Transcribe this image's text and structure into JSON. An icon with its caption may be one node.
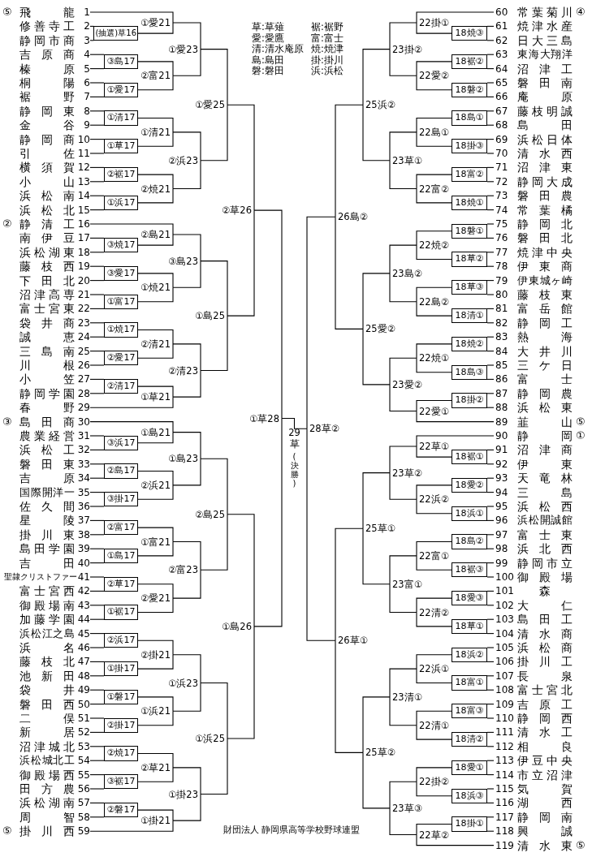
{
  "diagram": {
    "nodes": [
      {
        "text": [
          "飛龍"
        ],
        "beside": [
          "1",
          "⑤"
        ]
      },
      {
        "text": [
          "修善寺工"
        ],
        "beside": [
          "2"
        ]
      },
      {
        "text": [
          "静岡市商"
        ],
        "beside": [
          "3"
        ]
      },
      {
        "text": [
          "吉原商"
        ],
        "beside": [
          "4"
        ]
      },
      {
        "text": [
          "榛原"
        ],
        "beside": [
          "5"
        ]
      },
      {
        "text": [
          "桐陽"
        ],
        "beside": [
          "6"
        ]
      },
      {
        "text": [
          "裾野"
        ],
        "beside": [
          "7"
        ]
      },
      {
        "text": [
          "静岡東"
        ],
        "beside": [
          "8"
        ]
      },
      {
        "text": [
          "金谷"
        ],
        "beside": [
          "9"
        ]
      },
      {
        "text": [
          "静岡商"
        ],
        "beside": [
          "10"
        ]
      },
      {
        "text": [
          "引佐"
        ],
        "beside": [
          "11"
        ]
      },
      {
        "text": [
          "横須賀"
        ],
        "beside": [
          "12"
        ]
      },
      {
        "text": [
          "小山"
        ],
        "beside": [
          "13"
        ]
      },
      {
        "text": [
          "浜松南"
        ],
        "beside": [
          "14"
        ]
      },
      {
        "text": [
          "浜松北"
        ],
        "beside": [
          "15"
        ]
      },
      {
        "text": [
          "静清工"
        ],
        "beside": [
          "16",
          "②"
        ]
      },
      {
        "text": [
          "南伊豆"
        ],
        "beside": [
          "17"
        ]
      },
      {
        "text": [
          "浜松湖東"
        ],
        "beside": [
          "18"
        ]
      },
      {
        "text": [
          "藤枝西"
        ],
        "beside": [
          "19"
        ]
      },
      {
        "text": [
          "下田北"
        ],
        "beside": [
          "20"
        ]
      },
      {
        "text": [
          "沼津高専"
        ],
        "beside": [
          "21"
        ]
      },
      {
        "text": [
          "富士宮東"
        ],
        "beside": [
          "22"
        ]
      },
      {
        "text": [
          "袋井商"
        ],
        "beside": [
          "23"
        ]
      },
      {
        "text": [
          "誠恵"
        ],
        "beside": [
          "24"
        ]
      },
      {
        "text": [
          "三島南"
        ],
        "beside": [
          "25"
        ]
      },
      {
        "text": [
          "川根"
        ],
        "beside": [
          "26"
        ]
      },
      {
        "text": [
          "小笠"
        ],
        "beside": [
          "27"
        ]
      },
      {
        "text": [
          "静岡学園"
        ],
        "beside": [
          "28"
        ]
      },
      {
        "text": [
          "春野"
        ],
        "beside": [
          "29"
        ]
      },
      {
        "text": [
          "島田商"
        ],
        "beside": [
          "30",
          "③"
        ]
      },
      {
        "text": [
          "農業経営"
        ],
        "beside": [
          "31"
        ]
      },
      {
        "text": [
          "浜松工"
        ],
        "beside": [
          "32"
        ]
      },
      {
        "text": [
          "磐田東"
        ],
        "beside": [
          "33"
        ]
      },
      {
        "text": [
          "吉原"
        ],
        "beside": [
          "34"
        ]
      },
      {
        "text": [
          "国際開洋一"
        ],
        "beside": [
          "35"
        ]
      },
      {
        "text": [
          "佐久間"
        ],
        "beside": [
          "36"
        ]
      },
      {
        "text": [
          "星陵"
        ],
        "beside": [
          "37"
        ]
      },
      {
        "text": [
          "掛川東"
        ],
        "beside": [
          "38"
        ]
      },
      {
        "text": [
          "島田学園"
        ],
        "beside": [
          "39"
        ]
      },
      {
        "text": [
          "吉田"
        ],
        "beside": [
          "40"
        ]
      },
      {
        "text": [
          "聖隷クリストファー"
        ],
        "beside": [
          "41"
        ]
      },
      {
        "text": [
          "富士宮西"
        ],
        "beside": [
          "42"
        ]
      },
      {
        "text": [
          "御殿場南"
        ],
        "beside": [
          "43"
        ]
      },
      {
        "text": [
          "加藤学園"
        ],
        "beside": [
          "44"
        ]
      },
      {
        "text": [
          "浜松江之島"
        ],
        "beside": [
          "45"
        ]
      },
      {
        "text": [
          "浜名"
        ],
        "beside": [
          "46"
        ]
      },
      {
        "text": [
          "藤枝北"
        ],
        "beside": [
          "47"
        ]
      },
      {
        "text": [
          "池新田"
        ],
        "beside": [
          "48"
        ]
      },
      {
        "text": [
          "袋井"
        ],
        "beside": [
          "49"
        ]
      },
      {
        "text": [
          "磐田西"
        ],
        "beside": [
          "50"
        ]
      },
      {
        "text": [
          "二俣"
        ],
        "beside": [
          "51"
        ]
      },
      {
        "text": [
          "新居"
        ],
        "beside": [
          "52"
        ]
      },
      {
        "text": [
          "沼津城北"
        ],
        "beside": [
          "53"
        ]
      },
      {
        "text": [
          "浜松城北工"
        ],
        "beside": [
          "54"
        ]
      },
      {
        "text": [
          "御殿場西"
        ],
        "beside": [
          "55"
        ]
      },
      {
        "text": [
          "田方農"
        ],
        "beside": [
          "56"
        ]
      },
      {
        "text": [
          "浜松湖南"
        ],
        "beside": [
          "57"
        ]
      },
      {
        "text": [
          "周智"
        ],
        "beside": [
          "58"
        ]
      },
      {
        "text": [
          "掛川西"
        ],
        "beside": [
          "59",
          "⑤"
        ]
      },
      {
        "text": [
          "常葉菊川"
        ],
        "beside": [
          "60",
          "④"
        ]
      },
      {
        "text": [
          "焼津水産"
        ],
        "beside": [
          "61"
        ]
      },
      {
        "text": [
          "日大三島"
        ],
        "beside": [
          "62"
        ]
      },
      {
        "text": [
          "東海大翔洋"
        ],
        "beside": [
          "63"
        ]
      },
      {
        "text": [
          "沼津工"
        ],
        "beside": [
          "64"
        ]
      },
      {
        "text": [
          "磐田南"
        ],
        "beside": [
          "65"
        ]
      },
      {
        "text": [
          "庵原"
        ],
        "beside": [
          "66"
        ]
      },
      {
        "text": [
          "藤枝明誠"
        ],
        "beside": [
          "67"
        ]
      },
      {
        "text": [
          "島田"
        ],
        "beside": [
          "68"
        ]
      },
      {
        "text": [
          "浜松日体"
        ],
        "beside": [
          "69"
        ]
      },
      {
        "text": [
          "清水西"
        ],
        "beside": [
          "70"
        ]
      },
      {
        "text": [
          "沼津東"
        ],
        "beside": [
          "71"
        ]
      },
      {
        "text": [
          "静岡大成"
        ],
        "beside": [
          "72"
        ]
      },
      {
        "text": [
          "磐田農"
        ],
        "beside": [
          "73"
        ]
      },
      {
        "text": [
          "常葉橘"
        ],
        "beside": [
          "74"
        ]
      },
      {
        "text": [
          "静岡北"
        ],
        "beside": [
          "75"
        ]
      },
      {
        "text": [
          "磐田北"
        ],
        "beside": [
          "76"
        ]
      },
      {
        "text": [
          "焼津中央"
        ],
        "beside": [
          "77"
        ]
      },
      {
        "text": [
          "伊東商"
        ],
        "beside": [
          "78"
        ]
      },
      {
        "text": [
          "伊東城ヶ崎"
        ],
        "beside": [
          "79"
        ]
      },
      {
        "text": [
          "藤枝東"
        ],
        "beside": [
          "80"
        ]
      },
      {
        "text": [
          "富岳館"
        ],
        "beside": [
          "81"
        ]
      },
      {
        "text": [
          "静岡工"
        ],
        "beside": [
          "82"
        ]
      },
      {
        "text": [
          "熱海"
        ],
        "beside": [
          "83"
        ]
      },
      {
        "text": [
          "大井川"
        ],
        "beside": [
          "84"
        ]
      },
      {
        "text": [
          "三ケ日"
        ],
        "beside": [
          "85"
        ]
      },
      {
        "text": [
          "富士"
        ],
        "beside": [
          "86"
        ]
      },
      {
        "text": [
          "静岡農"
        ],
        "beside": [
          "87"
        ]
      },
      {
        "text": [
          "浜松東"
        ],
        "beside": [
          "88"
        ]
      },
      {
        "text": [
          "韮山"
        ],
        "beside": [
          "89",
          "⑤"
        ]
      },
      {
        "text": [
          "静岡"
        ],
        "beside": [
          "90",
          "①"
        ]
      },
      {
        "text": [
          "沼津商"
        ],
        "beside": [
          "91"
        ]
      },
      {
        "text": [
          "伊東"
        ],
        "beside": [
          "92"
        ]
      },
      {
        "text": [
          "天竜林"
        ],
        "beside": [
          "93"
        ]
      },
      {
        "text": [
          "三島"
        ],
        "beside": [
          "94"
        ]
      },
      {
        "text": [
          "浜松西"
        ],
        "beside": [
          "95"
        ]
      },
      {
        "text": [
          "浜松開誠館"
        ],
        "beside": [
          "96"
        ]
      },
      {
        "text": [
          "富士東"
        ],
        "beside": [
          "97"
        ]
      },
      {
        "text": [
          "浜北西"
        ],
        "beside": [
          "98"
        ]
      },
      {
        "text": [
          "静岡市立"
        ],
        "beside": [
          "99"
        ]
      },
      {
        "text": [
          "御殿場"
        ],
        "beside": [
          "100"
        ]
      },
      {
        "text": [
          "森"
        ],
        "beside": [
          "101"
        ]
      },
      {
        "text": [
          "大仁"
        ],
        "beside": [
          "102"
        ]
      },
      {
        "text": [
          "島田工"
        ],
        "beside": [
          "103"
        ]
      },
      {
        "text": [
          "清水商"
        ],
        "beside": [
          "104"
        ]
      },
      {
        "text": [
          "浜松商"
        ],
        "beside": [
          "105"
        ]
      },
      {
        "text": [
          "掛川工"
        ],
        "beside": [
          "106"
        ]
      },
      {
        "text": [
          "長泉"
        ],
        "beside": [
          "107"
        ]
      },
      {
        "text": [
          "富士宮北"
        ],
        "beside": [
          "108"
        ]
      },
      {
        "text": [
          "吉原工"
        ],
        "beside": [
          "109"
        ]
      },
      {
        "text": [
          "静岡西"
        ],
        "beside": [
          "110"
        ]
      },
      {
        "text": [
          "清水工"
        ],
        "beside": [
          "111"
        ]
      },
      {
        "text": [
          "相良"
        ],
        "beside": [
          "112"
        ]
      },
      {
        "text": [
          "伊豆中央"
        ],
        "beside": [
          "113"
        ]
      },
      {
        "text": [
          "市立沼津"
        ],
        "beside": [
          "114"
        ]
      },
      {
        "text": [
          "気賀"
        ],
        "beside": [
          "115"
        ]
      },
      {
        "text": [
          "湖西"
        ],
        "beside": [
          "116"
        ]
      },
      {
        "text": [
          "静岡南"
        ],
        "beside": [
          "117"
        ]
      },
      {
        "text": [
          "興誠"
        ],
        "beside": [
          "118"
        ]
      },
      {
        "text": [
          "清水東"
        ],
        "beside": [
          "119",
          "⑤"
        ]
      },
      {
        "text": [
          "(抽選)草16"
        ]
      },
      {
        "text": [
          "③島17"
        ]
      },
      {
        "text": [
          "①愛17"
        ]
      },
      {
        "text": [
          "①清17"
        ]
      },
      {
        "text": [
          "①草17"
        ]
      },
      {
        "text": [
          "②裾17"
        ]
      },
      {
        "text": [
          "①浜17"
        ]
      },
      {
        "text": [
          "③焼17"
        ]
      },
      {
        "text": [
          "③愛17"
        ]
      },
      {
        "text": [
          "①富17"
        ]
      },
      {
        "text": [
          "①焼17"
        ]
      },
      {
        "text": [
          "②愛17"
        ]
      },
      {
        "text": [
          "②清17"
        ]
      },
      {
        "text": [
          "③浜17"
        ]
      },
      {
        "text": [
          "②島17"
        ]
      },
      {
        "text": [
          "③掛17"
        ]
      },
      {
        "text": [
          "②富17"
        ]
      },
      {
        "text": [
          "①島17"
        ]
      },
      {
        "text": [
          "②草17"
        ]
      },
      {
        "text": [
          "①裾17"
        ]
      },
      {
        "text": [
          "②浜17"
        ]
      },
      {
        "text": [
          "①掛17"
        ]
      },
      {
        "text": [
          "①磐17"
        ]
      },
      {
        "text": [
          "②掛17"
        ]
      },
      {
        "text": [
          "②焼17"
        ]
      },
      {
        "text": [
          "③裾17"
        ]
      },
      {
        "text": [
          "②磐17"
        ]
      },
      {
        "text": [
          "①愛21"
        ]
      },
      {
        "text": [
          "②富21"
        ]
      },
      {
        "text": [
          "①清21"
        ]
      },
      {
        "text": [
          "②焼21"
        ]
      },
      {
        "text": [
          "②島21"
        ]
      },
      {
        "text": [
          "①焼21"
        ]
      },
      {
        "text": [
          "②清21"
        ]
      },
      {
        "text": [
          "①草21"
        ]
      },
      {
        "text": [
          "①島21"
        ]
      },
      {
        "text": [
          "②浜21"
        ]
      },
      {
        "text": [
          "①富21"
        ]
      },
      {
        "text": [
          "②愛21"
        ]
      },
      {
        "text": [
          "②掛21"
        ]
      },
      {
        "text": [
          "①浜21"
        ]
      },
      {
        "text": [
          "②草21"
        ]
      },
      {
        "text": [
          "①掛21"
        ]
      },
      {
        "text": [
          "①愛23"
        ]
      },
      {
        "text": [
          "②浜23"
        ]
      },
      {
        "text": [
          "③島23"
        ]
      },
      {
        "text": [
          "②清23"
        ]
      },
      {
        "text": [
          "①島23"
        ]
      },
      {
        "text": [
          "②富23"
        ]
      },
      {
        "text": [
          "①浜23"
        ]
      },
      {
        "text": [
          "①掛23"
        ]
      },
      {
        "text": [
          "①愛25"
        ]
      },
      {
        "text": [
          "①島25"
        ]
      },
      {
        "text": [
          "②島25"
        ]
      },
      {
        "text": [
          "①浜25"
        ]
      },
      {
        "text": [
          "②草26"
        ]
      },
      {
        "text": [
          "①島26"
        ]
      },
      {
        "text": [
          "①草28"
        ]
      },
      {
        "text": [
          "29草",
          "(決勝)"
        ]
      },
      {
        "text": [
          "28草②"
        ]
      },
      {
        "text": [
          "26島②"
        ]
      },
      {
        "text": [
          "26草①"
        ]
      },
      {
        "text": [
          "25浜②"
        ]
      },
      {
        "text": [
          "25愛②"
        ]
      },
      {
        "text": [
          "25草①"
        ]
      },
      {
        "text": [
          "25草②"
        ]
      },
      {
        "text": [
          "23掛②"
        ]
      },
      {
        "text": [
          "23草①"
        ]
      },
      {
        "text": [
          "23島②"
        ]
      },
      {
        "text": [
          "23愛②"
        ]
      },
      {
        "text": [
          "23草②"
        ]
      },
      {
        "text": [
          "23富①"
        ]
      },
      {
        "text": [
          "23清①"
        ]
      },
      {
        "text": [
          "23草③"
        ]
      },
      {
        "text": [
          "22掛①"
        ]
      },
      {
        "text": [
          "22愛②"
        ]
      },
      {
        "text": [
          "22島①"
        ]
      },
      {
        "text": [
          "22富②"
        ]
      },
      {
        "text": [
          "22焼②"
        ]
      },
      {
        "text": [
          "22島②"
        ]
      },
      {
        "text": [
          "22焼①"
        ]
      },
      {
        "text": [
          "22愛①"
        ]
      },
      {
        "text": [
          "22草①"
        ]
      },
      {
        "text": [
          "22浜②"
        ]
      },
      {
        "text": [
          "22富①"
        ]
      },
      {
        "text": [
          "22清②"
        ]
      },
      {
        "text": [
          "22浜①"
        ]
      },
      {
        "text": [
          "22清①"
        ]
      },
      {
        "text": [
          "22掛②"
        ]
      },
      {
        "text": [
          "22草②"
        ]
      },
      {
        "text": [
          "18焼③"
        ]
      },
      {
        "text": [
          "18裾②"
        ]
      },
      {
        "text": [
          "18磐②"
        ]
      },
      {
        "text": [
          "18島①"
        ]
      },
      {
        "text": [
          "18掛③"
        ]
      },
      {
        "text": [
          "18富②"
        ]
      },
      {
        "text": [
          "18焼①"
        ]
      },
      {
        "text": [
          "18磐①"
        ]
      },
      {
        "text": [
          "18草②"
        ]
      },
      {
        "text": [
          "18草③"
        ]
      },
      {
        "text": [
          "18清①"
        ]
      },
      {
        "text": [
          "18焼②"
        ]
      },
      {
        "text": [
          "18島③"
        ]
      },
      {
        "text": [
          "18掛②"
        ]
      },
      {
        "text": [
          "18裾①"
        ]
      },
      {
        "text": [
          "18愛②"
        ]
      },
      {
        "text": [
          "18浜①"
        ]
      },
      {
        "text": [
          "18島②"
        ]
      },
      {
        "text": [
          "18裾③"
        ]
      },
      {
        "text": [
          "18愛③"
        ]
      },
      {
        "text": [
          "18草①"
        ]
      },
      {
        "text": [
          "18浜②"
        ]
      },
      {
        "text": [
          "18富①"
        ]
      },
      {
        "text": [
          "18富③"
        ]
      },
      {
        "text": [
          "18清②"
        ]
      },
      {
        "text": [
          "18愛①"
        ]
      },
      {
        "text": [
          "18浜③"
        ]
      },
      {
        "text": [
          "18掛①"
        ]
      }
    ],
    "edges": [
      {
        "from": 1,
        "to": 119,
        "arrow": "none"
      },
      {
        "from": 2,
        "to": 119,
        "arrow": "none"
      },
      {
        "from": 3,
        "to": 120,
        "arrow": "none"
      },
      {
        "from": 4,
        "to": 120,
        "arrow": "none"
      },
      {
        "from": 5,
        "to": 121,
        "arrow": "none"
      },
      {
        "from": 6,
        "to": 121,
        "arrow": "none"
      },
      {
        "from": 7,
        "to": 122,
        "arrow": "none"
      },
      {
        "from": 8,
        "to": 122,
        "arrow": "none"
      },
      {
        "from": 9,
        "to": 123,
        "arrow": "none"
      },
      {
        "from": 10,
        "to": 123,
        "arrow": "none"
      },
      {
        "from": 11,
        "to": 124,
        "arrow": "none"
      },
      {
        "from": 12,
        "to": 124,
        "arrow": "none"
      },
      {
        "from": 13,
        "to": 125,
        "arrow": "none"
      },
      {
        "from": 14,
        "to": 125,
        "arrow": "none"
      },
      {
        "from": 16,
        "to": 126,
        "arrow": "none"
      },
      {
        "from": 17,
        "to": 126,
        "arrow": "none"
      },
      {
        "from": 18,
        "to": 127,
        "arrow": "none"
      },
      {
        "from": 19,
        "to": 127,
        "arrow": "none"
      },
      {
        "from": 20,
        "to": 128,
        "arrow": "none"
      },
      {
        "from": 21,
        "to": 128,
        "arrow": "none"
      },
      {
        "from": 22,
        "to": 129,
        "arrow": "none"
      },
      {
        "from": 23,
        "to": 129,
        "arrow": "none"
      },
      {
        "from": 24,
        "to": 130,
        "arrow": "none"
      },
      {
        "from": 25,
        "to": 130,
        "arrow": "none"
      },
      {
        "from": 26,
        "to": 131,
        "arrow": "none"
      },
      {
        "from": 27,
        "to": 131,
        "arrow": "none"
      },
      {
        "from": 30,
        "to": 132,
        "arrow": "none"
      },
      {
        "from": 31,
        "to": 132,
        "arrow": "none"
      },
      {
        "from": 32,
        "to": 133,
        "arrow": "none"
      },
      {
        "from": 33,
        "to": 133,
        "arrow": "none"
      },
      {
        "from": 34,
        "to": 134,
        "arrow": "none"
      },
      {
        "from": 35,
        "to": 134,
        "arrow": "none"
      },
      {
        "from": 36,
        "to": 135,
        "arrow": "none"
      },
      {
        "from": 37,
        "to": 135,
        "arrow": "none"
      },
      {
        "from": 38,
        "to": 136,
        "arrow": "none"
      },
      {
        "from": 39,
        "to": 136,
        "arrow": "none"
      },
      {
        "from": 40,
        "to": 137,
        "arrow": "none"
      },
      {
        "from": 41,
        "to": 137,
        "arrow": "none"
      },
      {
        "from": 42,
        "to": 138,
        "arrow": "none"
      },
      {
        "from": 43,
        "to": 138,
        "arrow": "none"
      },
      {
        "from": 44,
        "to": 139,
        "arrow": "none"
      },
      {
        "from": 45,
        "to": 139,
        "arrow": "none"
      },
      {
        "from": 46,
        "to": 140,
        "arrow": "none"
      },
      {
        "from": 47,
        "to": 140,
        "arrow": "none"
      },
      {
        "from": 48,
        "to": 141,
        "arrow": "none"
      },
      {
        "from": 49,
        "to": 141,
        "arrow": "none"
      },
      {
        "from": 50,
        "to": 142,
        "arrow": "none"
      },
      {
        "from": 51,
        "to": 142,
        "arrow": "none"
      },
      {
        "from": 52,
        "to": 143,
        "arrow": "none"
      },
      {
        "from": 53,
        "to": 143,
        "arrow": "none"
      },
      {
        "from": 54,
        "to": 144,
        "arrow": "none"
      },
      {
        "from": 55,
        "to": 144,
        "arrow": "none"
      },
      {
        "from": 56,
        "to": 145,
        "arrow": "none"
      },
      {
        "from": 57,
        "to": 145,
        "arrow": "none"
      },
      {
        "from": 0,
        "to": 146,
        "arrow": "none"
      },
      {
        "from": 119,
        "to": 146,
        "arrow": "none"
      },
      {
        "from": 120,
        "to": 147,
        "arrow": "none"
      },
      {
        "from": 121,
        "to": 147,
        "arrow": "none"
      },
      {
        "from": 122,
        "to": 148,
        "arrow": "none"
      },
      {
        "from": 123,
        "to": 148,
        "arrow": "none"
      },
      {
        "from": 124,
        "to": 149,
        "arrow": "none"
      },
      {
        "from": 125,
        "to": 149,
        "arrow": "none"
      },
      {
        "from": 15,
        "to": 150,
        "arrow": "none"
      },
      {
        "from": 126,
        "to": 150,
        "arrow": "none"
      },
      {
        "from": 127,
        "to": 151,
        "arrow": "none"
      },
      {
        "from": 128,
        "to": 151,
        "arrow": "none"
      },
      {
        "from": 129,
        "to": 152,
        "arrow": "none"
      },
      {
        "from": 130,
        "to": 152,
        "arrow": "none"
      },
      {
        "from": 131,
        "to": 153,
        "arrow": "none"
      },
      {
        "from": 28,
        "to": 153,
        "arrow": "none"
      },
      {
        "from": 29,
        "to": 154,
        "arrow": "none"
      },
      {
        "from": 132,
        "to": 154,
        "arrow": "none"
      },
      {
        "from": 133,
        "to": 155,
        "arrow": "none"
      },
      {
        "from": 134,
        "to": 155,
        "arrow": "none"
      },
      {
        "from": 135,
        "to": 156,
        "arrow": "none"
      },
      {
        "from": 136,
        "to": 156,
        "arrow": "none"
      },
      {
        "from": 137,
        "to": 157,
        "arrow": "none"
      },
      {
        "from": 138,
        "to": 157,
        "arrow": "none"
      },
      {
        "from": 139,
        "to": 158,
        "arrow": "none"
      },
      {
        "from": 140,
        "to": 158,
        "arrow": "none"
      },
      {
        "from": 141,
        "to": 159,
        "arrow": "none"
      },
      {
        "from": 142,
        "to": 159,
        "arrow": "none"
      },
      {
        "from": 143,
        "to": 160,
        "arrow": "none"
      },
      {
        "from": 144,
        "to": 160,
        "arrow": "none"
      },
      {
        "from": 145,
        "to": 161,
        "arrow": "none"
      },
      {
        "from": 58,
        "to": 161,
        "arrow": "none"
      },
      {
        "from": 146,
        "to": 162,
        "arrow": "none"
      },
      {
        "from": 147,
        "to": 162,
        "arrow": "none"
      },
      {
        "from": 148,
        "to": 163,
        "arrow": "none"
      },
      {
        "from": 149,
        "to": 163,
        "arrow": "none"
      },
      {
        "from": 150,
        "to": 164,
        "arrow": "none"
      },
      {
        "from": 151,
        "to": 164,
        "arrow": "none"
      },
      {
        "from": 152,
        "to": 165,
        "arrow": "none"
      },
      {
        "from": 153,
        "to": 165,
        "arrow": "none"
      },
      {
        "from": 154,
        "to": 166,
        "arrow": "none"
      },
      {
        "from": 155,
        "to": 166,
        "arrow": "none"
      },
      {
        "from": 156,
        "to": 167,
        "arrow": "none"
      },
      {
        "from": 157,
        "to": 167,
        "arrow": "none"
      },
      {
        "from": 158,
        "to": 168,
        "arrow": "none"
      },
      {
        "from": 159,
        "to": 168,
        "arrow": "none"
      },
      {
        "from": 160,
        "to": 169,
        "arrow": "none"
      },
      {
        "from": 161,
        "to": 169,
        "arrow": "none"
      },
      {
        "from": 162,
        "to": 170,
        "arrow": "none"
      },
      {
        "from": 163,
        "to": 170,
        "arrow": "none"
      },
      {
        "from": 164,
        "to": 171,
        "arrow": "none"
      },
      {
        "from": 165,
        "to": 171,
        "arrow": "none"
      },
      {
        "from": 166,
        "to": 172,
        "arrow": "none"
      },
      {
        "from": 167,
        "to": 172,
        "arrow": "none"
      },
      {
        "from": 168,
        "to": 173,
        "arrow": "none"
      },
      {
        "from": 169,
        "to": 173,
        "arrow": "none"
      },
      {
        "from": 170,
        "to": 174,
        "arrow": "none"
      },
      {
        "from": 171,
        "to": 174,
        "arrow": "none"
      },
      {
        "from": 172,
        "to": 175,
        "arrow": "none"
      },
      {
        "from": 173,
        "to": 175,
        "arrow": "none"
      },
      {
        "from": 174,
        "to": 176,
        "arrow": "none"
      },
      {
        "from": 175,
        "to": 176,
        "arrow": "none"
      },
      {
        "from": 176,
        "to": 177,
        "arrow": "none"
      },
      {
        "from": 178,
        "to": 177,
        "arrow": "none"
      },
      {
        "from": 179,
        "to": 178,
        "arrow": "none"
      },
      {
        "from": 180,
        "to": 178,
        "arrow": "none"
      },
      {
        "from": 181,
        "to": 179,
        "arrow": "none"
      },
      {
        "from": 182,
        "to": 179,
        "arrow": "none"
      },
      {
        "from": 183,
        "to": 180,
        "arrow": "none"
      },
      {
        "from": 184,
        "to": 180,
        "arrow": "none"
      },
      {
        "from": 185,
        "to": 181,
        "arrow": "none"
      },
      {
        "from": 186,
        "to": 181,
        "arrow": "none"
      },
      {
        "from": 187,
        "to": 182,
        "arrow": "none"
      },
      {
        "from": 188,
        "to": 182,
        "arrow": "none"
      },
      {
        "from": 189,
        "to": 183,
        "arrow": "none"
      },
      {
        "from": 190,
        "to": 183,
        "arrow": "none"
      },
      {
        "from": 191,
        "to": 184,
        "arrow": "none"
      },
      {
        "from": 192,
        "to": 184,
        "arrow": "none"
      },
      {
        "from": 193,
        "to": 185,
        "arrow": "none"
      },
      {
        "from": 194,
        "to": 185,
        "arrow": "none"
      },
      {
        "from": 195,
        "to": 186,
        "arrow": "none"
      },
      {
        "from": 196,
        "to": 186,
        "arrow": "none"
      },
      {
        "from": 197,
        "to": 187,
        "arrow": "none"
      },
      {
        "from": 198,
        "to": 187,
        "arrow": "none"
      },
      {
        "from": 199,
        "to": 188,
        "arrow": "none"
      },
      {
        "from": 200,
        "to": 188,
        "arrow": "none"
      },
      {
        "from": 201,
        "to": 189,
        "arrow": "none"
      },
      {
        "from": 202,
        "to": 189,
        "arrow": "none"
      },
      {
        "from": 203,
        "to": 190,
        "arrow": "none"
      },
      {
        "from": 204,
        "to": 190,
        "arrow": "none"
      },
      {
        "from": 205,
        "to": 191,
        "arrow": "none"
      },
      {
        "from": 206,
        "to": 191,
        "arrow": "none"
      },
      {
        "from": 207,
        "to": 192,
        "arrow": "none"
      },
      {
        "from": 208,
        "to": 192,
        "arrow": "none"
      },
      {
        "from": 59,
        "to": 193,
        "arrow": "none"
      },
      {
        "from": 209,
        "to": 193,
        "arrow": "none"
      },
      {
        "from": 210,
        "to": 194,
        "arrow": "none"
      },
      {
        "from": 211,
        "to": 194,
        "arrow": "none"
      },
      {
        "from": 212,
        "to": 195,
        "arrow": "none"
      },
      {
        "from": 213,
        "to": 195,
        "arrow": "none"
      },
      {
        "from": 214,
        "to": 196,
        "arrow": "none"
      },
      {
        "from": 215,
        "to": 196,
        "arrow": "none"
      },
      {
        "from": 216,
        "to": 197,
        "arrow": "none"
      },
      {
        "from": 217,
        "to": 197,
        "arrow": "none"
      },
      {
        "from": 218,
        "to": 198,
        "arrow": "none"
      },
      {
        "from": 219,
        "to": 198,
        "arrow": "none"
      },
      {
        "from": 220,
        "to": 199,
        "arrow": "none"
      },
      {
        "from": 221,
        "to": 199,
        "arrow": "none"
      },
      {
        "from": 222,
        "to": 200,
        "arrow": "none"
      },
      {
        "from": 88,
        "to": 200,
        "arrow": "none"
      },
      {
        "from": 89,
        "to": 201,
        "arrow": "none"
      },
      {
        "from": 223,
        "to": 201,
        "arrow": "none"
      },
      {
        "from": 224,
        "to": 202,
        "arrow": "none"
      },
      {
        "from": 225,
        "to": 202,
        "arrow": "none"
      },
      {
        "from": 226,
        "to": 203,
        "arrow": "none"
      },
      {
        "from": 227,
        "to": 203,
        "arrow": "none"
      },
      {
        "from": 228,
        "to": 204,
        "arrow": "none"
      },
      {
        "from": 229,
        "to": 204,
        "arrow": "none"
      },
      {
        "from": 230,
        "to": 205,
        "arrow": "none"
      },
      {
        "from": 231,
        "to": 205,
        "arrow": "none"
      },
      {
        "from": 232,
        "to": 206,
        "arrow": "none"
      },
      {
        "from": 233,
        "to": 206,
        "arrow": "none"
      },
      {
        "from": 234,
        "to": 207,
        "arrow": "none"
      },
      {
        "from": 235,
        "to": 207,
        "arrow": "none"
      },
      {
        "from": 236,
        "to": 208,
        "arrow": "none"
      },
      {
        "from": 118,
        "to": 208,
        "arrow": "none"
      },
      {
        "from": 60,
        "to": 209,
        "arrow": "none"
      },
      {
        "from": 61,
        "to": 209,
        "arrow": "none"
      },
      {
        "from": 62,
        "to": 210,
        "arrow": "none"
      },
      {
        "from": 63,
        "to": 210,
        "arrow": "none"
      },
      {
        "from": 64,
        "to": 211,
        "arrow": "none"
      },
      {
        "from": 65,
        "to": 211,
        "arrow": "none"
      },
      {
        "from": 66,
        "to": 212,
        "arrow": "none"
      },
      {
        "from": 67,
        "to": 212,
        "arrow": "none"
      },
      {
        "from": 68,
        "to": 213,
        "arrow": "none"
      },
      {
        "from": 69,
        "to": 213,
        "arrow": "none"
      },
      {
        "from": 70,
        "to": 214,
        "arrow": "none"
      },
      {
        "from": 71,
        "to": 214,
        "arrow": "none"
      },
      {
        "from": 72,
        "to": 215,
        "arrow": "none"
      },
      {
        "from": 73,
        "to": 215,
        "arrow": "none"
      },
      {
        "from": 74,
        "to": 216,
        "arrow": "none"
      },
      {
        "from": 75,
        "to": 216,
        "arrow": "none"
      },
      {
        "from": 76,
        "to": 217,
        "arrow": "none"
      },
      {
        "from": 77,
        "to": 217,
        "arrow": "none"
      },
      {
        "from": 78,
        "to": 218,
        "arrow": "none"
      },
      {
        "from": 79,
        "to": 218,
        "arrow": "none"
      },
      {
        "from": 80,
        "to": 219,
        "arrow": "none"
      },
      {
        "from": 81,
        "to": 219,
        "arrow": "none"
      },
      {
        "from": 82,
        "to": 220,
        "arrow": "none"
      },
      {
        "from": 83,
        "to": 220,
        "arrow": "none"
      },
      {
        "from": 84,
        "to": 221,
        "arrow": "none"
      },
      {
        "from": 85,
        "to": 221,
        "arrow": "none"
      },
      {
        "from": 86,
        "to": 222,
        "arrow": "none"
      },
      {
        "from": 87,
        "to": 222,
        "arrow": "none"
      },
      {
        "from": 90,
        "to": 223,
        "arrow": "none"
      },
      {
        "from": 91,
        "to": 223,
        "arrow": "none"
      },
      {
        "from": 92,
        "to": 224,
        "arrow": "none"
      },
      {
        "from": 93,
        "to": 224,
        "arrow": "none"
      },
      {
        "from": 94,
        "to": 225,
        "arrow": "none"
      },
      {
        "from": 95,
        "to": 225,
        "arrow": "none"
      },
      {
        "from": 96,
        "to": 226,
        "arrow": "none"
      },
      {
        "from": 97,
        "to": 226,
        "arrow": "none"
      },
      {
        "from": 98,
        "to": 227,
        "arrow": "none"
      },
      {
        "from": 99,
        "to": 227,
        "arrow": "none"
      },
      {
        "from": 100,
        "to": 228,
        "arrow": "none"
      },
      {
        "from": 101,
        "to": 228,
        "arrow": "none"
      },
      {
        "from": 102,
        "to": 229,
        "arrow": "none"
      },
      {
        "from": 103,
        "to": 229,
        "arrow": "none"
      },
      {
        "from": 104,
        "to": 230,
        "arrow": "none"
      },
      {
        "from": 105,
        "to": 230,
        "arrow": "none"
      },
      {
        "from": 106,
        "to": 231,
        "arrow": "none"
      },
      {
        "from": 107,
        "to": 231,
        "arrow": "none"
      },
      {
        "from": 108,
        "to": 232,
        "arrow": "none"
      },
      {
        "from": 109,
        "to": 232,
        "arrow": "none"
      },
      {
        "from": 110,
        "to": 233,
        "arrow": "none"
      },
      {
        "from": 111,
        "to": 233,
        "arrow": "none"
      },
      {
        "from": 112,
        "to": 234,
        "arrow": "none"
      },
      {
        "from": 113,
        "to": 234,
        "arrow": "none"
      },
      {
        "from": 114,
        "to": 235,
        "arrow": "none"
      },
      {
        "from": 115,
        "to": 235,
        "arrow": "none"
      },
      {
        "from": 116,
        "to": 236,
        "arrow": "none"
      },
      {
        "from": 117,
        "to": 236,
        "arrow": "none"
      }
    ],
    "labels": [
      "草:草薙",
      "裾:裾野",
      "愛:愛鷹",
      "富:富士",
      "清:清水庵原",
      "焼:焼津",
      "島:島田",
      "掛:掛川",
      "磐:磐田",
      "浜:浜松",
      "財団法人 静岡県高等学校野球連盟"
    ]
  }
}
